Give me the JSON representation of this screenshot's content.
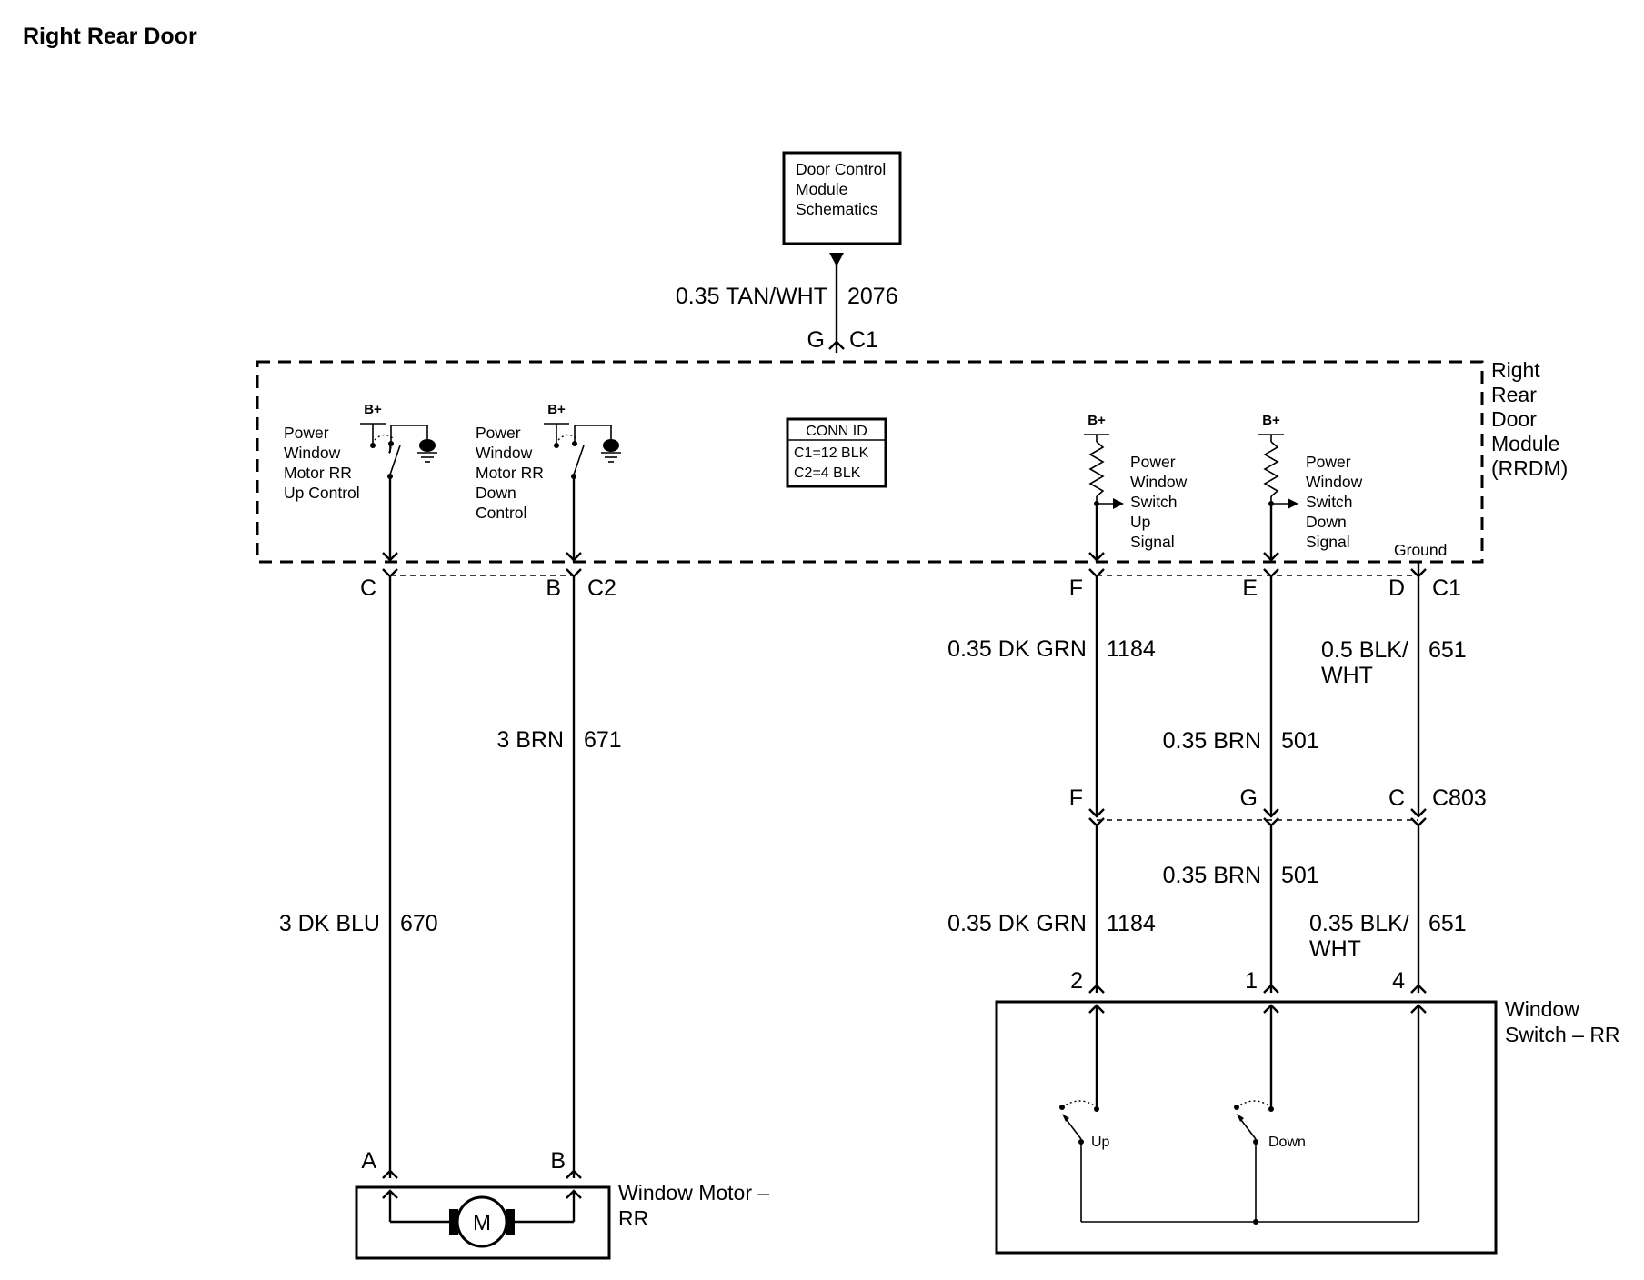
{
  "title": "Right Rear Door",
  "dcm_box": {
    "line1": "Door Control",
    "line2": "Module",
    "line3": "Schematics"
  },
  "wire_2076": {
    "gauge_color": "0.35 TAN/WHT",
    "circuit": "2076",
    "pin": "G",
    "connector": "C1"
  },
  "rrdm": {
    "line1": "Right",
    "line2": "Rear",
    "line3": "Door",
    "line4": "Module",
    "line5": "(RRDM)"
  },
  "conn_id": {
    "header": "CONN ID",
    "c1": "C1=12 BLK",
    "c2": "C2=4 BLK"
  },
  "b_plus": "B+",
  "sw_up": {
    "line1": "Power",
    "line2": "Window",
    "line3": "Motor RR",
    "line4": "Up Control"
  },
  "sw_down": {
    "line1": "Power",
    "line2": "Window",
    "line3": "Motor RR",
    "line4": "Down",
    "line5": "Control"
  },
  "sig_up": {
    "line1": "Power",
    "line2": "Window",
    "line3": "Switch",
    "line4": "Up",
    "line5": "Signal"
  },
  "sig_down": {
    "line1": "Power",
    "line2": "Window",
    "line3": "Switch",
    "line4": "Down",
    "line5": "Signal"
  },
  "ground_label": "Ground",
  "c2_pins": {
    "c": "C",
    "b": "B",
    "name": "C2"
  },
  "c1_pins": {
    "f": "F",
    "e": "E",
    "d": "D",
    "name": "C1"
  },
  "wire_670": {
    "gauge_color": "3 DK BLU",
    "circuit": "670"
  },
  "wire_671": {
    "gauge_color": "3 BRN",
    "circuit": "671"
  },
  "wire_1184_upper": {
    "gauge_color": "0.35 DK GRN",
    "circuit": "1184"
  },
  "wire_501_upper": {
    "gauge_color": "0.35 BRN",
    "circuit": "501"
  },
  "wire_651_upper": {
    "gauge_color_1": "0.5 BLK/",
    "gauge_color_2": "WHT",
    "circuit": "651"
  },
  "c803": {
    "f": "F",
    "g": "G",
    "c": "C",
    "name": "C803"
  },
  "wire_501_lower": {
    "gauge_color": "0.35 BRN",
    "circuit": "501"
  },
  "wire_1184_lower": {
    "gauge_color": "0.35 DK GRN",
    "circuit": "1184"
  },
  "wire_651_lower": {
    "gauge_color_1": "0.35 BLK/",
    "gauge_color_2": "WHT",
    "circuit": "651"
  },
  "switch_pins": {
    "p2": "2",
    "p1": "1",
    "p4": "4"
  },
  "window_switch": {
    "line1": "Window",
    "line2": "Switch – RR",
    "up": "Up",
    "down": "Down"
  },
  "motor_pins": {
    "a": "A",
    "b": "B"
  },
  "window_motor": {
    "line1": "Window Motor –",
    "line2": "RR",
    "symbol": "M"
  }
}
